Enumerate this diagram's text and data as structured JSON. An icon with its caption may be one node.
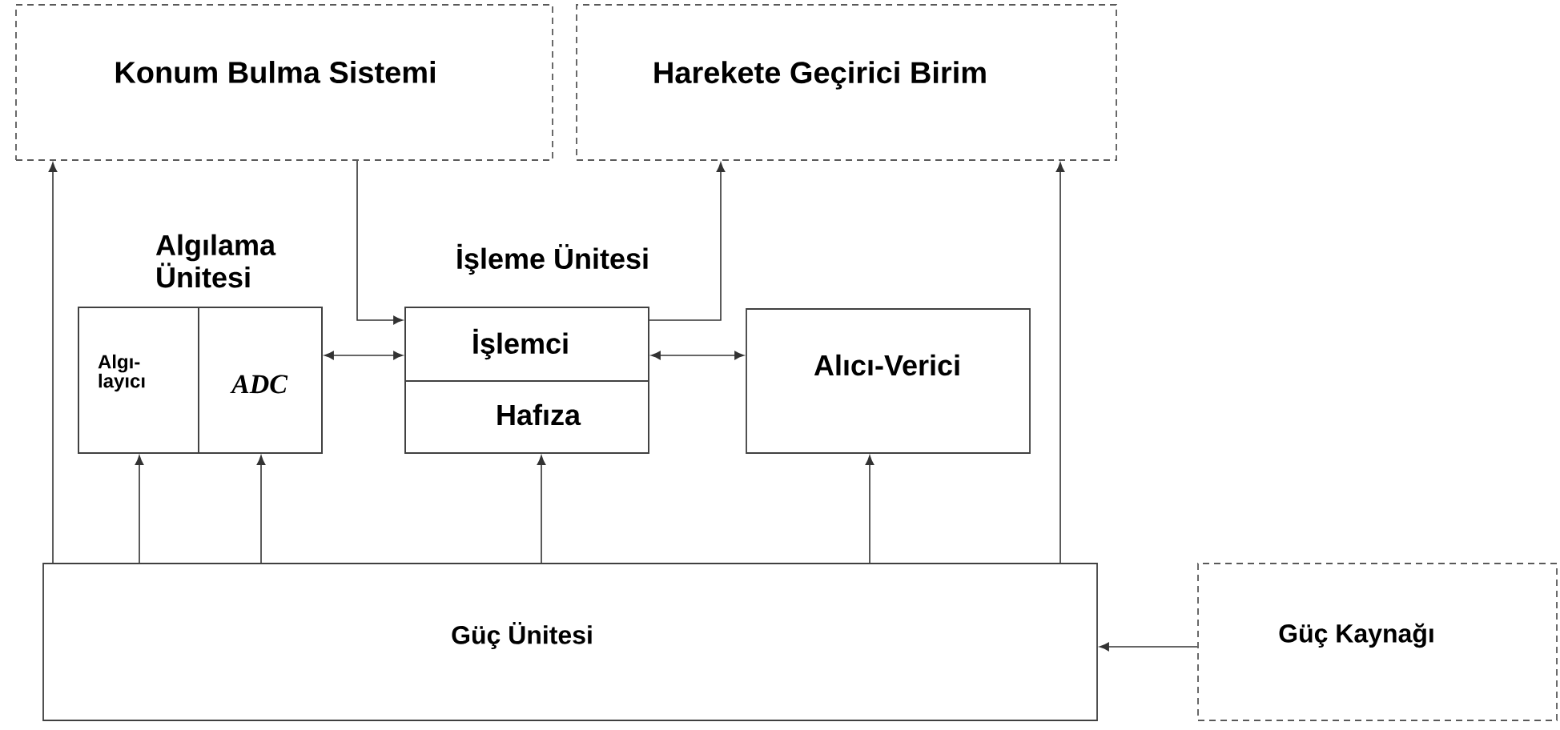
{
  "diagram": {
    "nodes": [
      {
        "text": [
          "Konum Bulma Sistemi"
        ]
      },
      {
        "text": [
          "Harekete Geçirici Birim"
        ]
      },
      {
        "text": [
          "Algılama Ünitesi"
        ]
      },
      {
        "text": [
          "Algı- layıcı"
        ],
        "in": 2
      },
      {
        "text": [
          "ADC"
        ],
        "in": 2
      },
      {
        "text": [
          "İşleme Ünitesi"
        ]
      },
      {
        "text": [
          "İşlemci"
        ],
        "in": 5
      },
      {
        "text": [
          "Hafıza"
        ],
        "in": 5
      },
      {
        "text": [
          "Alıcı-Verici"
        ]
      },
      {
        "text": [
          "Güç Ünitesi"
        ]
      },
      {
        "text": [
          "Güç Kaynağı"
        ]
      }
    ],
    "edges": [
      {
        "from": 9,
        "to": 0,
        "arrow": "to"
      },
      {
        "from": 0,
        "to": 6,
        "arrow": "to"
      },
      {
        "from": 4,
        "to": 6,
        "arrow": "both"
      },
      {
        "from": 6,
        "to": 8,
        "arrow": "both"
      },
      {
        "from": 6,
        "to": 1,
        "arrow": "to"
      },
      {
        "from": 9,
        "to": 3,
        "arrow": "to"
      },
      {
        "from": 9,
        "to": 4,
        "arrow": "to"
      },
      {
        "from": 9,
        "to": 7,
        "arrow": "to"
      },
      {
        "from": 9,
        "to": 8,
        "arrow": "to"
      },
      {
        "from": 9,
        "to": 1,
        "arrow": "to"
      },
      {
        "from": 10,
        "to": 9,
        "arrow": "to"
      }
    ]
  }
}
